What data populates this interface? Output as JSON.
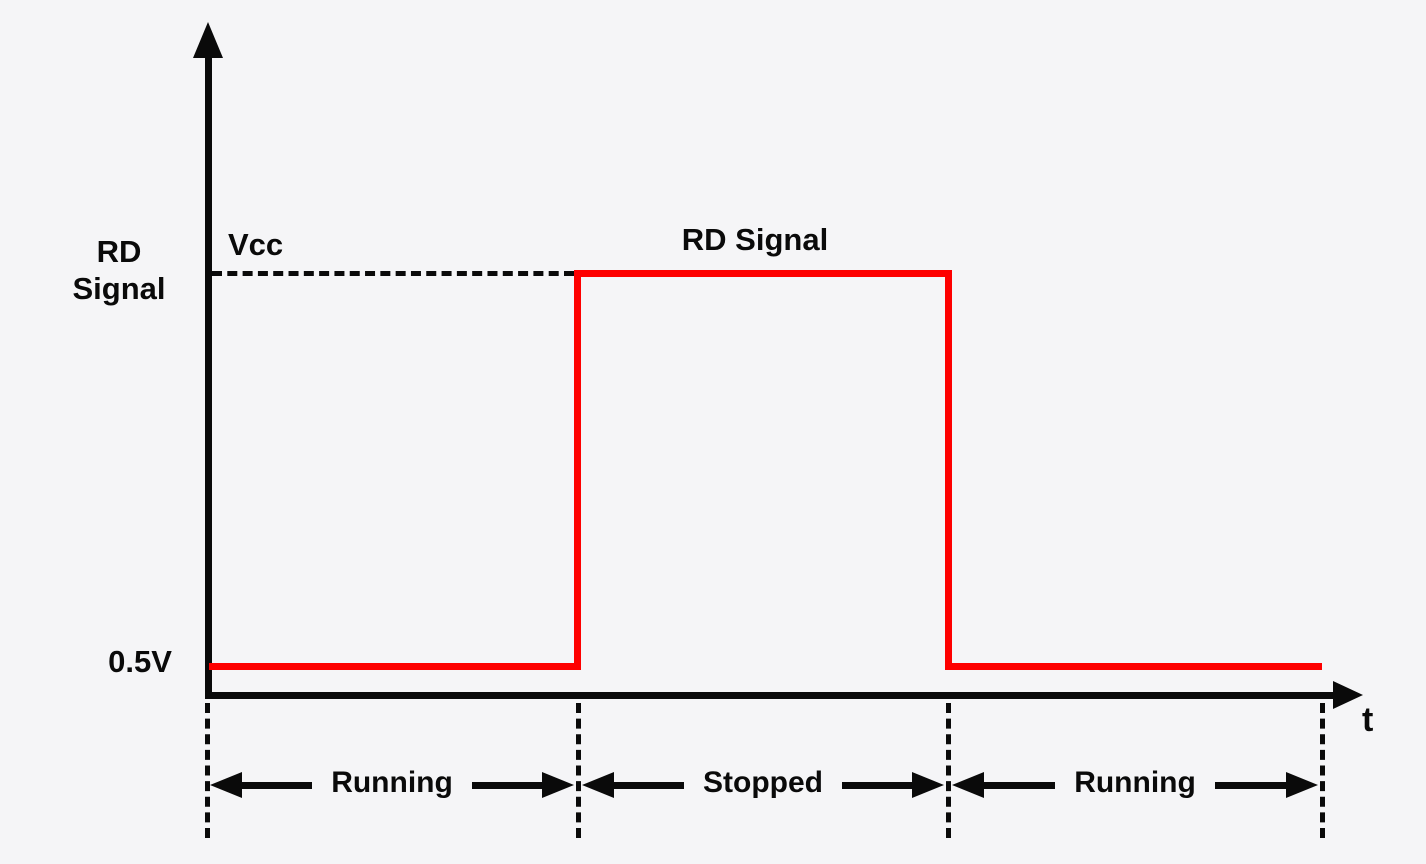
{
  "diagram": {
    "title": "RD Signal",
    "y_axis": {
      "label_line1": "RD",
      "label_line2": "Signal",
      "high_level_label": "Vcc",
      "low_level_label": "0.5V"
    },
    "x_axis": {
      "label": "t"
    },
    "waveform": {
      "type": "square-pulse",
      "phases": [
        {
          "label": "Running",
          "level": "0.5V"
        },
        {
          "label": "Stopped",
          "level": "Vcc"
        },
        {
          "label": "Running",
          "level": "0.5V"
        }
      ]
    },
    "colors": {
      "signal": "#fe0000",
      "ink": "#0a0a0a",
      "background": "#f5f5f7"
    }
  }
}
